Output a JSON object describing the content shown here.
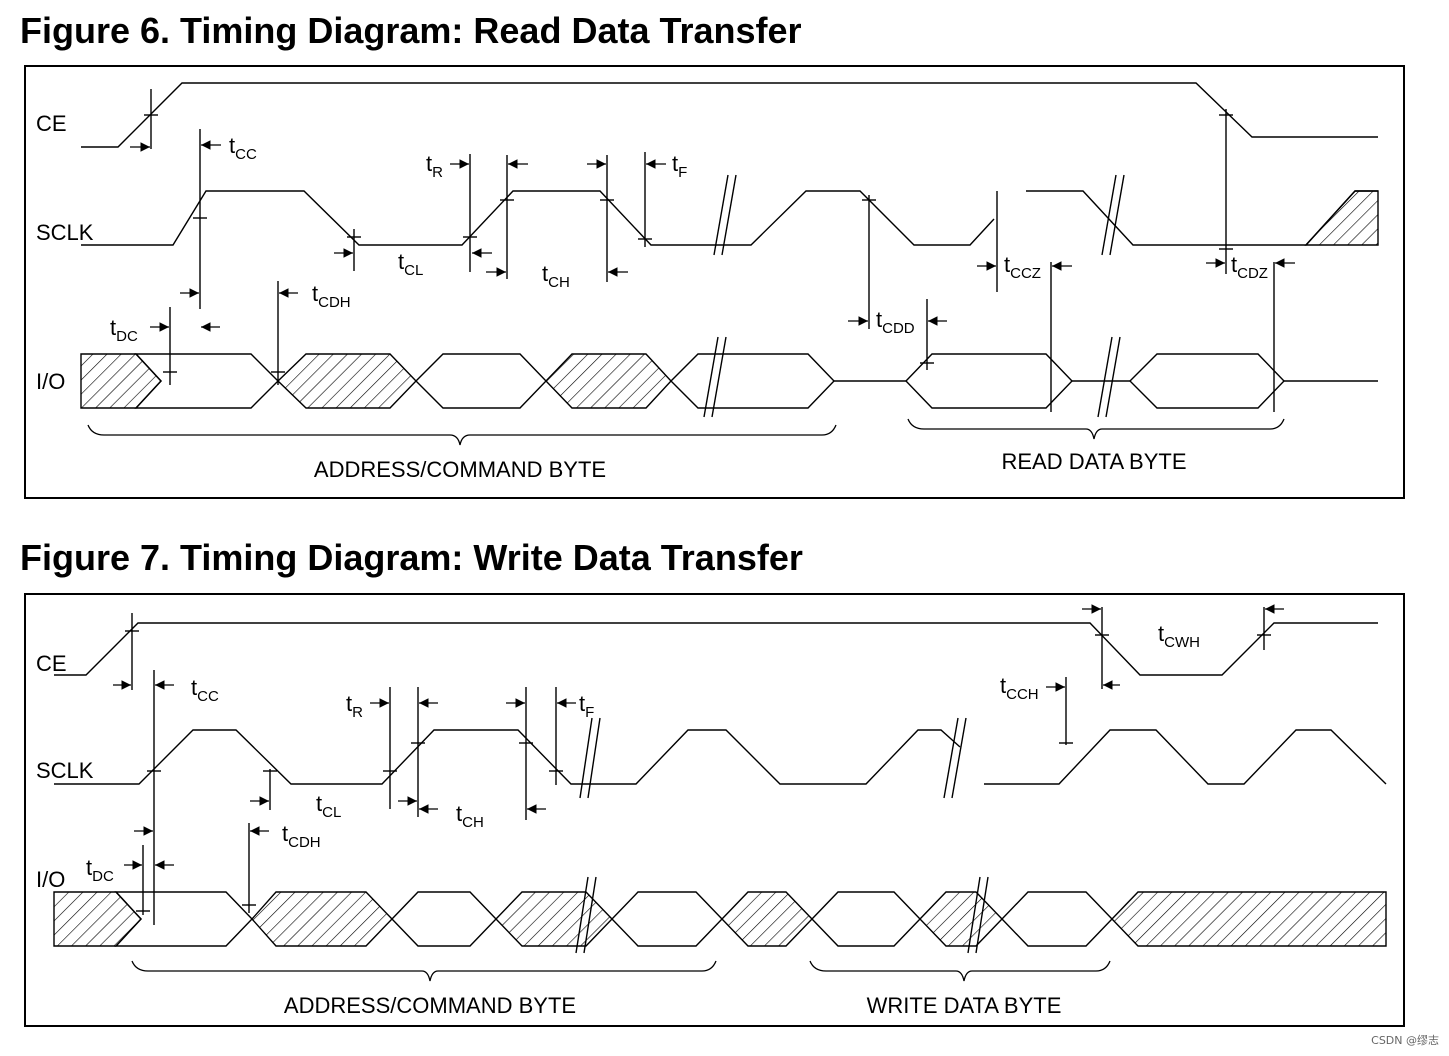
{
  "watermark": "CSDN @缪志",
  "figures": [
    {
      "title": "Figure 6. Timing Diagram: Read Data Transfer",
      "signals": {
        "ce": "CE",
        "sclk": "SCLK",
        "io": "I/O"
      },
      "params": [
        {
          "name": "tcc",
          "sym": "t",
          "sub": "CC"
        },
        {
          "name": "tr",
          "sym": "t",
          "sub": "R"
        },
        {
          "name": "tf",
          "sym": "t",
          "sub": "F"
        },
        {
          "name": "tcl",
          "sym": "t",
          "sub": "CL"
        },
        {
          "name": "tch",
          "sym": "t",
          "sub": "CH"
        },
        {
          "name": "tcdh",
          "sym": "t",
          "sub": "CDH"
        },
        {
          "name": "tdc",
          "sym": "t",
          "sub": "DC"
        },
        {
          "name": "tcdd",
          "sym": "t",
          "sub": "CDD"
        },
        {
          "name": "tccz",
          "sym": "t",
          "sub": "CCZ"
        },
        {
          "name": "tcdz",
          "sym": "t",
          "sub": "CDZ"
        }
      ],
      "braces": [
        "ADDRESS/COMMAND BYTE",
        "READ DATA BYTE"
      ]
    },
    {
      "title": "Figure 7. Timing Diagram: Write Data Transfer",
      "signals": {
        "ce": "CE",
        "sclk": "SCLK",
        "io": "I/O"
      },
      "params": [
        {
          "name": "tcc",
          "sym": "t",
          "sub": "CC"
        },
        {
          "name": "tr",
          "sym": "t",
          "sub": "R"
        },
        {
          "name": "tf",
          "sym": "t",
          "sub": "F"
        },
        {
          "name": "tcl",
          "sym": "t",
          "sub": "CL"
        },
        {
          "name": "tch",
          "sym": "t",
          "sub": "CH"
        },
        {
          "name": "tcdh",
          "sym": "t",
          "sub": "CDH"
        },
        {
          "name": "tdc",
          "sym": "t",
          "sub": "DC"
        },
        {
          "name": "tcwh",
          "sym": "t",
          "sub": "CWH"
        },
        {
          "name": "tcch",
          "sym": "t",
          "sub": "CCH"
        }
      ],
      "braces": [
        "ADDRESS/COMMAND BYTE",
        "WRITE DATA BYTE"
      ]
    }
  ]
}
